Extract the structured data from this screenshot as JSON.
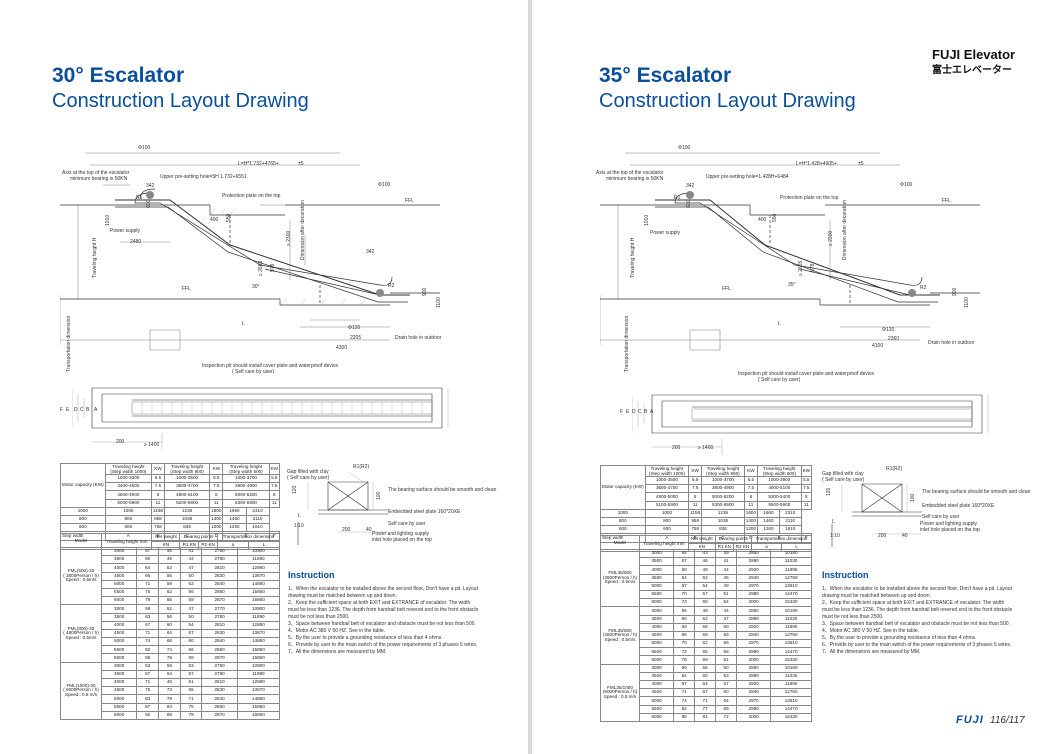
{
  "left": {
    "title1": "30° Escalator",
    "title2": "Construction Layout Drawing",
    "drawing": {
      "phi100_top": "Φ100",
      "axis_note1": "Axis at the top of the escalator",
      "axis_note2": "minimum bearing is 50KN",
      "formula_L": "L=H*1.732+4765+",
      "pm5": "±5",
      "upper_hole": "Upper pre-setting hole=5H 1.732+6551",
      "d342_top": "342",
      "phi100_right": "Φ100",
      "protection": "Protection plate on the top",
      "ffl": "FFL",
      "r1": "R1",
      "d600": "600",
      "d1010": "1010",
      "d400": "400",
      "d550": "550",
      "power": "Power supply",
      "d2480": "2480",
      "travel_h": "Traveling height H",
      "d2300": "≥ 2300",
      "decoration": "Dimension after decoration",
      "d342_mid": "342",
      "d30deg": "30°",
      "d978": "978",
      "d2665": "≥ 2665",
      "ffl_bottom": "FFL",
      "r2": "R2",
      "d900": "900",
      "d1100": "1100",
      "l_label": "L",
      "phi120": "Φ120",
      "d2205": "2205",
      "drain": "Drain hole in outdoor",
      "d4300": "4300",
      "transport": "Transportation dimension",
      "inspection1": "Inspection pit should install cover plate and waterproof device",
      "inspection2": "( Self care by user)",
      "letters": [
        "F",
        "E",
        "D",
        "C",
        "B",
        "A"
      ],
      "d200": "200",
      "d1400": "≥ 1400"
    },
    "detail": {
      "gap": "Gap filled with clay",
      "self_care": "( Self care by user)",
      "r1r2": "R1(R2)",
      "d120": "120",
      "d100": "100",
      "bearing": "The bearing surface should be smooth and clean",
      "embedded": "Embedded steel plate 160*20XE",
      "self_care2": "Self care by user",
      "power_light": "Power and lighting supply",
      "inlet": "inlet hole placed on the top",
      "scale": "1:10",
      "d200": "200",
      "d40": "40",
      "l": "L"
    },
    "instruction_title": "Instruction",
    "instructions": [
      "1、When the escalator to be installed above the second floor,  Don't have a pit. Layout drawing must be matched between up and down.",
      "2、Keep the sufficient space at both EXIT and EXTRANCE of escalator. The width must be less than 1236. The depth from handrail belt revered end to the front obstacle must be not less than 2500.",
      "3、Space between handrail belt of escalator and obstacle must be not less than 500.",
      "4、Motor AC 380 V 50 HZ. See in the table.",
      "5、By the user to provide a grounding resistance of less than 4 ohms.",
      "6、Provide by user to the main switch of the power requirements of 3 phases 5 wires.",
      "7、All the dimensions are measured by MM."
    ],
    "table": {
      "motor_label": "Motor capacity (KW)",
      "th_cols": [
        "Traveling height (Step width 1000)",
        "KW",
        "Traveling height (Step width 800)",
        "KW",
        "Traveling height (Step width 600)",
        "KW"
      ],
      "motor_rows": [
        [
          "1000-3300",
          "5.5",
          "1000-3500",
          "5.5",
          "1000-3700",
          "5.5"
        ],
        [
          "3400-4500",
          "7.5",
          "3600-4700",
          "7.5",
          "3800-4900",
          "7.5"
        ],
        [
          "4600-4900",
          "8",
          "4800-5100",
          "8",
          "5000-5200",
          "8"
        ],
        [
          "5000-5900",
          "11",
          "5200-5900",
          "11",
          "5300-5900",
          "11"
        ]
      ],
      "step_rows": [
        [
          "1000",
          "1000",
          "1158",
          "1236",
          "1600",
          "1660",
          "2310"
        ],
        [
          "800",
          "800",
          "958",
          "1036",
          "1400",
          "1460",
          "2110"
        ],
        [
          "600",
          "600",
          "758",
          "836",
          "1200",
          "1260",
          "1910"
        ]
      ],
      "step_width_label": "Step width",
      "letters_row": [
        "A",
        "B",
        "C",
        "D",
        "E",
        "F"
      ],
      "model_label": "Model",
      "th_mm": "Traveling height mm",
      "net_weight": "Net weight",
      "bearing_pts": "Bearing points",
      "r1kn": "R1 KN",
      "r2kn": "R2 KN",
      "trans_dim": "Transportation dimension",
      "kn": "KN",
      "a": "a",
      "l": "L",
      "models": [
        {
          "name": "FML(600)-30",
          "cap": "( 3600Person / h)",
          "speed": "Speed : 0.5m/s",
          "rows": [
            [
              "3000",
              "57",
              "46",
              "41",
              "2750",
              "10900"
            ],
            [
              "3500",
              "60",
              "49",
              "44",
              "2780",
              "11890"
            ],
            [
              "4000",
              "64",
              "52",
              "47",
              "2810",
              "12880"
            ],
            [
              "4500",
              "66",
              "56",
              "50",
              "2830",
              "13870"
            ],
            [
              "5000",
              "71",
              "59",
              "53",
              "2840",
              "14860"
            ],
            [
              "5500",
              "75",
              "62",
              "56",
              "2860",
              "15850"
            ],
            [
              "6000",
              "79",
              "65",
              "59",
              "2870",
              "16860"
            ]
          ]
        },
        {
          "name": "FML(800)-30",
          "cap": "( 4800Person / h)",
          "speed": "Speed : 0.5m/s",
          "rows": [
            [
              "3000",
              "59",
              "52",
              "47",
              "2770",
              "10900"
            ],
            [
              "3500",
              "63",
              "56",
              "50",
              "2780",
              "11890"
            ],
            [
              "4000",
              "67",
              "60",
              "54",
              "2810",
              "12880"
            ],
            [
              "4500",
              "71",
              "64",
              "57",
              "2830",
              "13870"
            ],
            [
              "5000",
              "74",
              "68",
              "60",
              "2840",
              "14860"
            ],
            [
              "5500",
              "82",
              "74",
              "66",
              "2860",
              "15850"
            ],
            [
              "6000",
              "86",
              "78",
              "69",
              "2870",
              "16860"
            ]
          ]
        },
        {
          "name": "FML(1000)-30",
          "cap": "( 6000Person / h)",
          "speed": "Speed : 0.5 m/s",
          "rows": [
            [
              "3000",
              "63",
              "59",
              "53",
              "2750",
              "10900"
            ],
            [
              "3500",
              "67",
              "64",
              "57",
              "2780",
              "11890"
            ],
            [
              "4000",
              "71",
              "46",
              "61",
              "2810",
              "12880"
            ],
            [
              "4500",
              "75",
              "73",
              "65",
              "2830",
              "13870"
            ],
            [
              "5000",
              "83",
              "79",
              "71",
              "2840",
              "14860"
            ],
            [
              "5500",
              "87",
              "84",
              "75",
              "2860",
              "15850"
            ],
            [
              "6000",
              "92",
              "88",
              "79",
              "2870",
              "16860"
            ]
          ]
        }
      ]
    }
  },
  "right": {
    "brand": "FUJI Elevator",
    "brand_jp": "富士エレベーター",
    "title1": "35° Escalator",
    "title2": "Construction Layout Drawing",
    "drawing": {
      "phi100_top": "Φ100",
      "axis_note1": "Axis at the top of the escalator",
      "axis_note2": "minimum bearing is 50KN",
      "formula_L": "L=H*1.428+4905+",
      "pm5": "±5",
      "upper_hole": "Upper pre-setting hole=1.428H+6484",
      "d342_top": "342",
      "phi100_right": "Φ100",
      "protection": "Protection plate on the top",
      "ffl": "FFL",
      "r1": "R1",
      "d600": "600",
      "d1010": "1010",
      "d400": "400",
      "d550": "550",
      "power": "Power supply",
      "travel_h": "Traveling height H",
      "d2300": "≥ 2300",
      "decoration": "Dimension after decoration",
      "d35deg": "35°",
      "d978": "978",
      "d2665": "≥ 2665",
      "ffl_bottom": "FFL",
      "r2": "R2",
      "d900": "900",
      "d1100": "1100",
      "l_label": "L",
      "phi120": "Φ120",
      "d2360": "2360",
      "drain": "Drain hole in outdoor",
      "d4100": "4100",
      "transport": "Transportation dimension",
      "inspection1": "Inspection pit should install cover plate and waterproof device",
      "inspection2": "( Self care by user)",
      "letters": [
        "F",
        "E",
        "D",
        "C",
        "B",
        "A"
      ],
      "d200": "200",
      "d1400": "≥ 1400"
    },
    "detail": {
      "gap": "Gap filled with clay",
      "self_care": "( Self care by user)",
      "r1r2": "R1(R2)",
      "d120": "120",
      "d100": "100",
      "bearing": "The bearing surface should be smooth and clean",
      "embedded": "Embedded steel plate 160*20XE",
      "self_care2": "Self care by user",
      "power_light": "Power and lighting supply",
      "inlet": "inlet hole placed on the top",
      "scale": "1:10",
      "d200": "200",
      "d40": "40",
      "l": "L"
    },
    "instruction_title": "Instruction",
    "instructions": [
      "1、When the escalator to be installed above the second floor,  Don't have a pit. Layout drawing must be matched between up and down.",
      "2、Keep the sufficient space at both EXIT and EXTRANCE of escalator. The width must be less than 1236. The depth from handrail belt revered end to the front obstacle must be not less than 2500.",
      "3、Space between handrail belt of escalator and obstacle must be not less than 500.",
      "4、Motor AC 380 V 50 HZ. See in the table.",
      "5、By the user to provide a grounding resistance of less than 4 ohms.",
      "6、Provide by user to the main switch of the power requirements of 3 phases 5 wires.",
      "7、All the dimensions are measured by MM."
    ],
    "table": {
      "motor_label": "Motor capacity (KW)",
      "th_cols": [
        "Traveling height (Step width 1000)",
        "KW",
        "Traveling height (Step width 800)",
        "KW",
        "Traveling height (Step width 600)",
        "KW"
      ],
      "motor_rows": [
        [
          "1000-3500",
          "5.5",
          "1000-3700",
          "5.5",
          "1000-3900",
          "5.5"
        ],
        [
          "3600-4700",
          "7.5",
          "3800-4900",
          "7.5",
          "4000-5100",
          "7.5"
        ],
        [
          "4800-5000",
          "8",
          "5000-5200",
          "8",
          "5200-5400",
          "8"
        ],
        [
          "5100-5900",
          "11",
          "5300-5900",
          "11",
          "5500-5900",
          "11"
        ]
      ],
      "step_rows": [
        [
          "1000",
          "1000",
          "1158",
          "1236",
          "1600",
          "1660",
          "2310"
        ],
        [
          "800",
          "800",
          "958",
          "1036",
          "1400",
          "1460",
          "2110"
        ],
        [
          "600",
          "600",
          "758",
          "836",
          "1200",
          "1260",
          "1910"
        ]
      ],
      "step_width_label": "Step width",
      "letters_row": [
        "A",
        "B",
        "C",
        "D",
        "E",
        "F"
      ],
      "model_label": "Model",
      "th_mm": "Traveling height mm",
      "net_weight": "Net weight",
      "bearing_pts": "Bearing points",
      "r1kn": "R1 KN",
      "r2kn": "R2 KN",
      "trans_dim": "Transportation dimension",
      "kn": "KN",
      "a": "a",
      "l": "L",
      "models": [
        {
          "name": "FML35/600",
          "cap": "(3600Person / h)",
          "speed": "Speed : 0.5m/s",
          "rows": [
            [
              "3000",
              "54",
              "43",
              "39",
              "2850",
              "10180"
            ],
            [
              "3500",
              "57",
              "46",
              "41",
              "2890",
              "11030"
            ],
            [
              "4000",
              "60",
              "49",
              "44",
              "2920",
              "11890"
            ],
            [
              "4500",
              "64",
              "52",
              "46",
              "2940",
              "12750"
            ],
            [
              "5000",
              "67",
              "54",
              "49",
              "2970",
              "13610"
            ],
            [
              "5500",
              "70",
              "57",
              "51",
              "2980",
              "14470"
            ],
            [
              "6000",
              "73",
              "60",
              "54",
              "3000",
              "15330"
            ]
          ]
        },
        {
          "name": "FML35/800",
          "cap": "(4800Person / h)",
          "speed": "Speed : 0.5m/s",
          "rows": [
            [
              "3000",
              "56",
              "49",
              "44",
              "2850",
              "10180"
            ],
            [
              "3500",
              "60",
              "52",
              "47",
              "2890",
              "11030"
            ],
            [
              "4000",
              "63",
              "56",
              "50",
              "2920",
              "11890"
            ],
            [
              "4500",
              "66",
              "59",
              "53",
              "2940",
              "12750"
            ],
            [
              "5000",
              "70",
              "62",
              "56",
              "2970",
              "13610"
            ],
            [
              "5500",
              "73",
              "65",
              "58",
              "2980",
              "14470"
            ],
            [
              "6000",
              "76",
              "69",
              "61",
              "3000",
              "15330"
            ]
          ]
        },
        {
          "name": "FML35/1000",
          "cap": "(6000Person / h)",
          "speed": "Speed : 0.5 m/s",
          "rows": [
            [
              "3000",
              "60",
              "56",
              "50",
              "2850",
              "10180"
            ],
            [
              "3500",
              "64",
              "60",
              "53",
              "2890",
              "11030"
            ],
            [
              "4000",
              "67",
              "64",
              "57",
              "2920",
              "11890"
            ],
            [
              "4500",
              "71",
              "67",
              "60",
              "2940",
              "12750"
            ],
            [
              "5000",
              "74",
              "71",
              "64",
              "2970",
              "13610"
            ],
            [
              "5500",
              "82",
              "77",
              "69",
              "2980",
              "14470"
            ],
            [
              "6000",
              "85",
              "81",
              "72",
              "3000",
              "15330"
            ]
          ]
        }
      ]
    },
    "footer_logo": "FUJI",
    "footer_page": "116/117"
  }
}
